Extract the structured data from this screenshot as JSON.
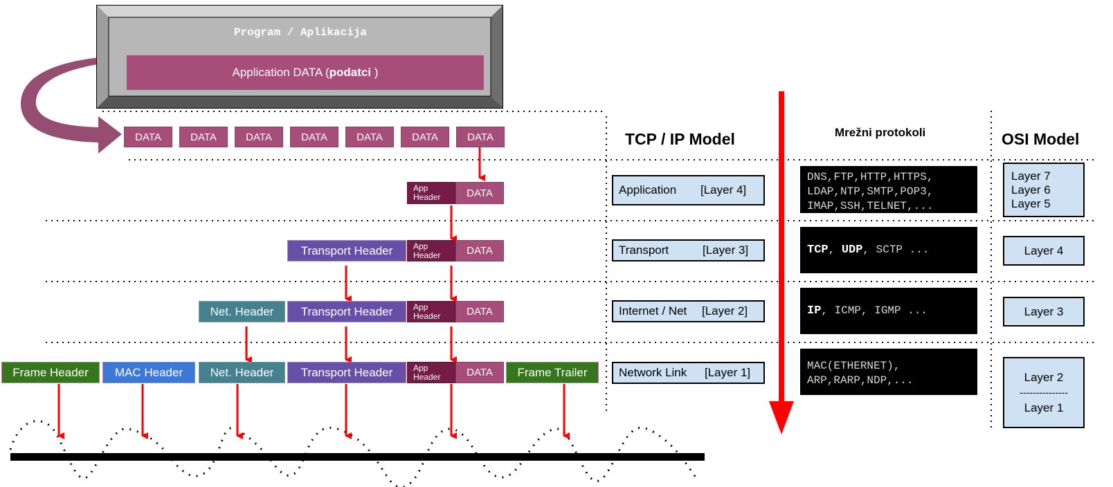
{
  "program": {
    "title": "Program / Aplikacija",
    "app_data_prefix": "Application DATA (",
    "app_data_bold": "podatci",
    "app_data_suffix": " )"
  },
  "data_label": "DATA",
  "app_header_label": "App Header",
  "transport_header_label": "Transport Header",
  "net_header_label": "Net. Header",
  "mac_header_label": "MAC Header",
  "frame_header_label": "Frame Header",
  "frame_trailer_label": "Frame Trailer",
  "headings": {
    "tcpip": "TCP / IP Model",
    "protocols": "Mrežni protokoli",
    "osi": "OSI Model"
  },
  "tcpip_layers": [
    {
      "name": "Application",
      "layer": "[Layer 4]"
    },
    {
      "name": "Transport",
      "layer": "[Layer 3]"
    },
    {
      "name": "Internet / Net",
      "layer": "[Layer 2]"
    },
    {
      "name": "Network Link",
      "layer": "[Layer 1]"
    }
  ],
  "protocols": {
    "application": "DNS,FTP,HTTP,HTTPS,\nLDAP,NTP,SMTP,POP3,\nIMAP,SSH,TELNET,...",
    "transport": {
      "bold1": "TCP",
      "sep1": ", ",
      "bold2": "UDP",
      "rest": ", SCTP ..."
    },
    "internet": {
      "bold1": "IP",
      "rest": ", ICMP, IGMP ..."
    },
    "link": "MAC(ETHERNET),\nARP,RARP,NDP,..."
  },
  "osi": {
    "app": [
      "Layer 7",
      "Layer 6",
      "Layer 5"
    ],
    "transport": "Layer 4",
    "network": "Layer 3",
    "link_top": "Layer 2",
    "link_sep": "---------------",
    "link_bottom": "Layer 1"
  },
  "colors": {
    "data": "#a64d79",
    "app_header": "#741b47",
    "transport": "#674ea7",
    "net": "#45818e",
    "mac": "#3c78d8",
    "frame": "#38761d",
    "arrow": "#ff0000",
    "tcpip_box": "#cfe2f3"
  }
}
